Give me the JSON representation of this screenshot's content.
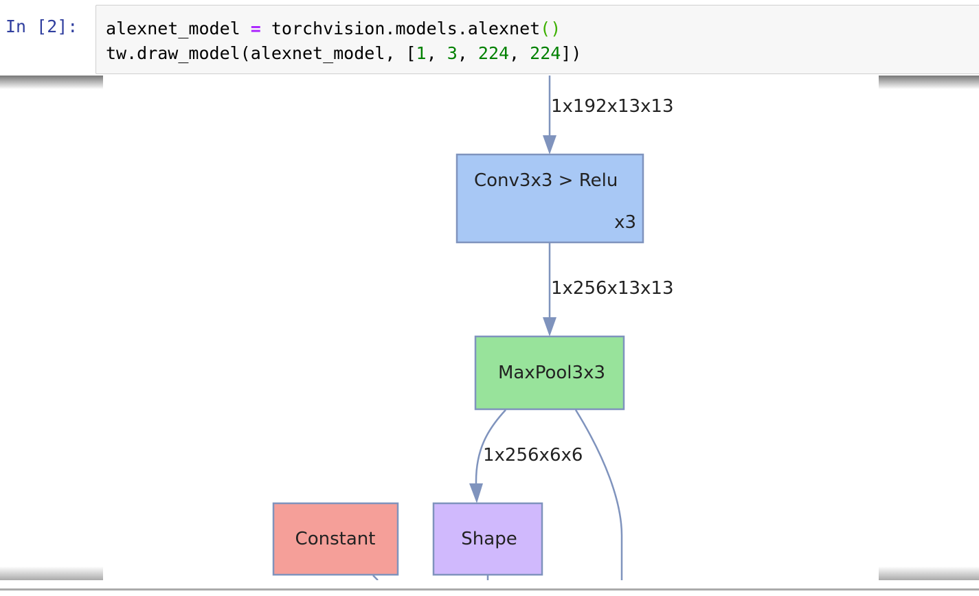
{
  "cell": {
    "prompt": "In [2]:",
    "code": {
      "line1_a": "alexnet_model ",
      "line1_op": "=",
      "line1_b": " torchvision.models.alexnet",
      "line1_paren": "()",
      "line2_a": "tw.draw_model(alexnet_model, [",
      "n1": "1",
      "n2": "3",
      "n3": "224",
      "n4": "224",
      "sep": ", ",
      "line2_end": "])"
    }
  },
  "graph": {
    "edge_labels": [
      "1x192x13x13",
      "1x256x13x13",
      "1x256x6x6"
    ],
    "nodes": [
      {
        "label": "Conv3x3 > Relu",
        "sub": "x3",
        "color": "#a8c8f5"
      },
      {
        "label": "MaxPool3x3",
        "color": "#98e39b"
      },
      {
        "label": "Constant",
        "color": "#f59f99"
      },
      {
        "label": "Shape",
        "color": "#d0b9fd"
      }
    ],
    "edge_color": "#7f93bd"
  }
}
